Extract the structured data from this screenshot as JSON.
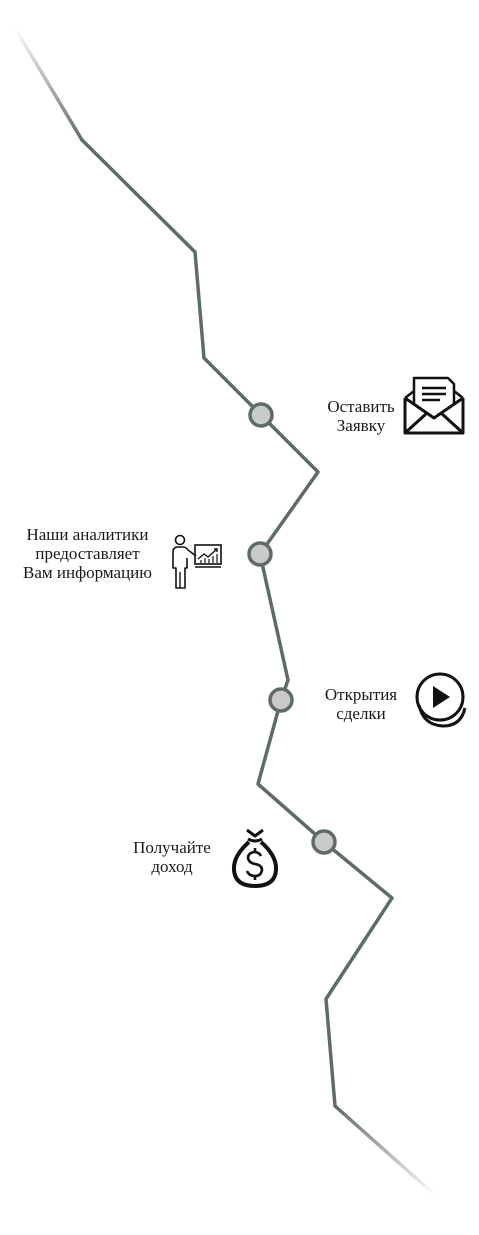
{
  "steps": [
    {
      "label_line1": "Оставить",
      "label_line2": "Заявку",
      "icon": "envelope-letter-icon"
    },
    {
      "label_line1": "Наши аналитики",
      "label_line2": "предоставляет",
      "label_line3": "Вам информацию",
      "icon": "presenter-chart-icon"
    },
    {
      "label_line1": "Открытия",
      "label_line2": "сделки",
      "icon": "play-button-icon"
    },
    {
      "label_line1": "Получайте",
      "label_line2": "доход",
      "icon": "money-bag-icon"
    }
  ],
  "colors": {
    "line": "#5f6b66",
    "node_fill": "#c9cbc9",
    "text": "#1a1a1a"
  }
}
